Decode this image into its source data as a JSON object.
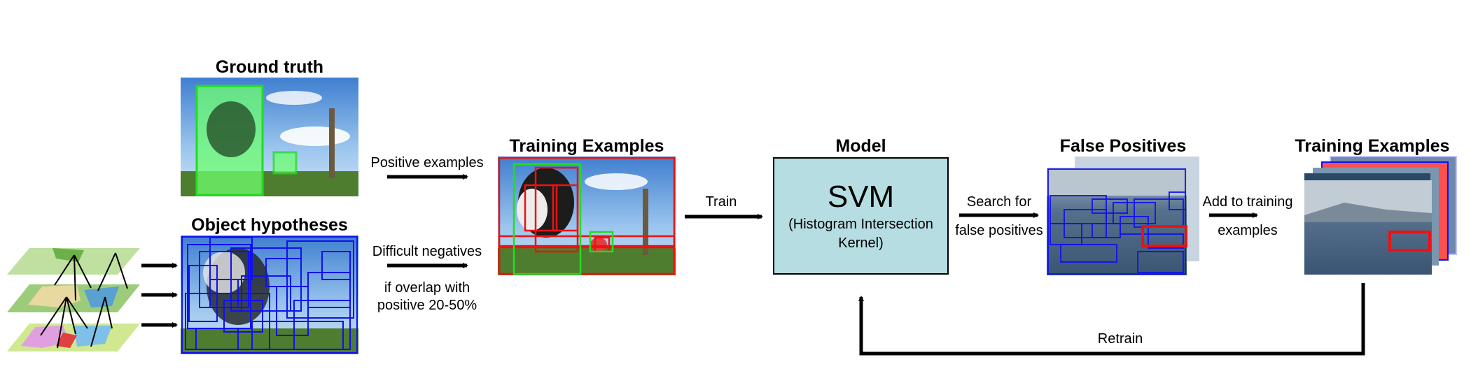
{
  "titles": {
    "ground_truth": "Ground truth",
    "object_hypotheses": "Object hypotheses",
    "training_examples_1": "Training Examples",
    "model": "Model",
    "false_positives": "False Positives",
    "training_examples_2": "Training Examples"
  },
  "labels": {
    "positive_examples": "Positive examples",
    "difficult_negatives": "Difficult negatives",
    "overlap_line1": "if overlap with",
    "overlap_line2": "positive 20-50%",
    "train": "Train",
    "search_line1": "Search for",
    "search_line2": "false positives",
    "add_line1": "Add to training",
    "add_line2": "examples",
    "retrain": "Retrain"
  },
  "model": {
    "name": "SVM",
    "kernel_line1": "(Histogram Intersection",
    "kernel_line2": "Kernel)"
  },
  "colors": {
    "positive_box": "#22dd22",
    "negative_box": "#ee1111",
    "hypothesis_box": "#1111ee",
    "model_fill": "#b6dde1",
    "arrow": "#000000"
  }
}
